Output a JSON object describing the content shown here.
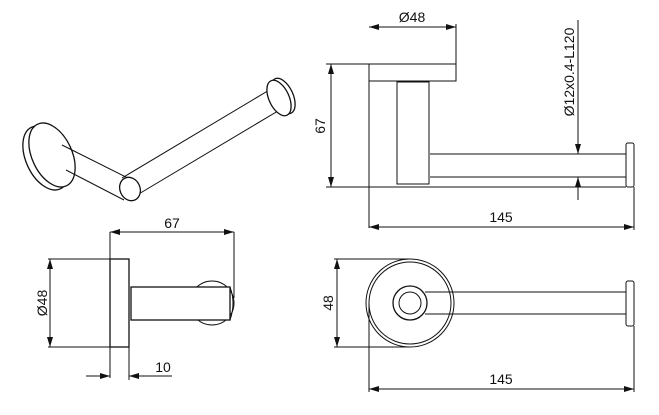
{
  "dimensions": {
    "side_view": {
      "rosette_diameter": "Ø48",
      "depth": "67",
      "rod_spec": "Ø12x0.4-L120",
      "length": "145"
    },
    "end_view": {
      "depth": "67",
      "rosette_diameter": "Ø48",
      "thickness": "10"
    },
    "front_view": {
      "height": "48",
      "length": "145"
    }
  }
}
